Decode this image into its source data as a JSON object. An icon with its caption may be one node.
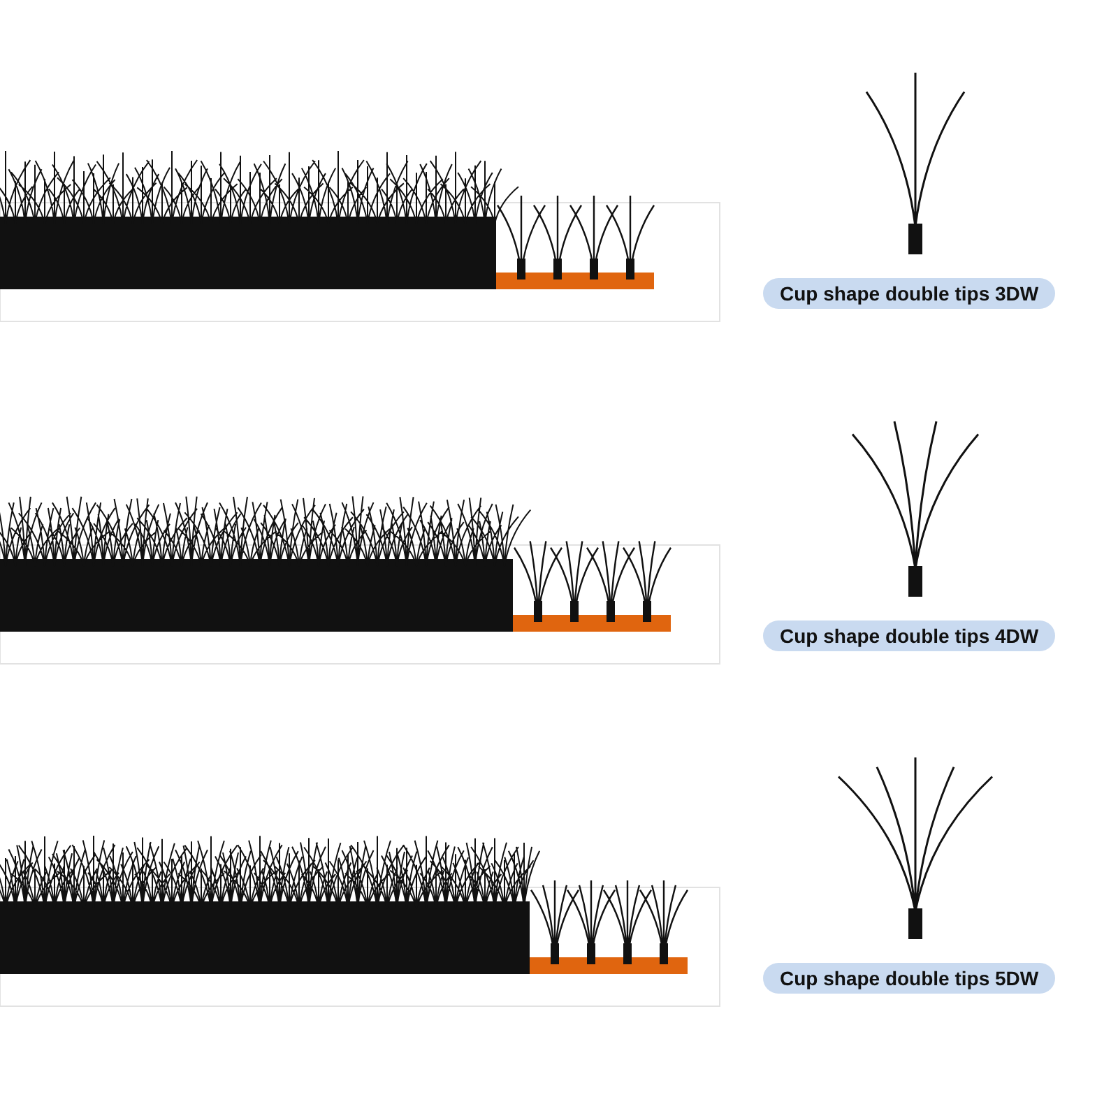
{
  "diagram": {
    "nodes": [
      {
        "text": [
          "Cup shape double tips 3DW"
        ]
      },
      {
        "text": [
          "Cup shape double tips 4DW"
        ]
      },
      {
        "text": [
          "Cup shape double tips 5DW"
        ]
      }
    ]
  }
}
